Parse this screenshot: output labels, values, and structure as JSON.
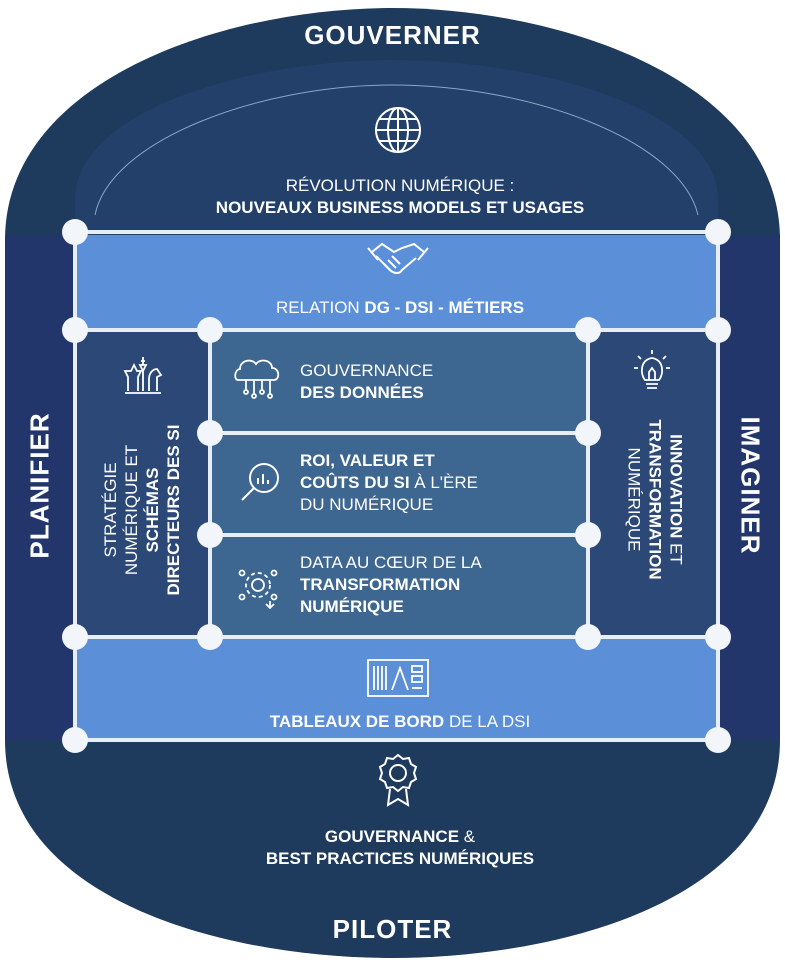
{
  "outer": {
    "top_label": "GOUVERNER",
    "bottom_label": "PILOTER",
    "left_label": "PLANIFIER",
    "right_label": "IMAGINER"
  },
  "top_panel": {
    "icon": "globe-icon",
    "line1": "RÉVOLUTION NUMÉRIQUE :",
    "line2": "NOUVEAUX BUSINESS MODELS ET USAGES"
  },
  "relation_band": {
    "icon": "handshake-icon",
    "prefix": "RELATION ",
    "bold": "DG - DSI - MÉTIERS"
  },
  "left_column": {
    "icon": "chess-pieces-icon",
    "line1": "STRATÉGIE",
    "line2": "NUMÉRIQUE ET",
    "line3": "SCHÉMAS",
    "line4": "DIRECTEURS DES SI"
  },
  "right_column": {
    "icon": "lightbulb-icon",
    "line1": "INNOVATION",
    "line1b": " ET",
    "line2": "TRANSFORMATION",
    "line3": "NUMÉRIQUE"
  },
  "center_boxes": [
    {
      "icon": "cloud-network-icon",
      "line1": "GOUVERNANCE",
      "line2": "DES DONNÉES"
    },
    {
      "icon": "magnifier-chart-icon",
      "line1": "ROI, VALEUR ET",
      "line2a": "COÛTS DU SI",
      "line2b": " À L'ÈRE",
      "line3": "DU NUMÉRIQUE"
    },
    {
      "icon": "gear-network-icon",
      "line1": "DATA AU CŒUR DE LA",
      "line2": "TRANSFORMATION",
      "line3": "NUMÉRIQUE"
    }
  ],
  "dashboard_band": {
    "icon": "dashboard-icon",
    "bold": "TABLEAUX DE BORD",
    "suffix": " DE LA DSI"
  },
  "bottom_panel": {
    "icon": "award-badge-icon",
    "line1_bold": "GOUVERNANCE",
    "line1_suffix": " &",
    "line2": "BEST PRACTICES NUMÉRIQUES"
  },
  "colors": {
    "navy": "#1e3a5c",
    "side": "#22366b",
    "light_blue": "#5b8fd8",
    "mid_blue": "#3d6690",
    "connector": "#e8eef5"
  }
}
